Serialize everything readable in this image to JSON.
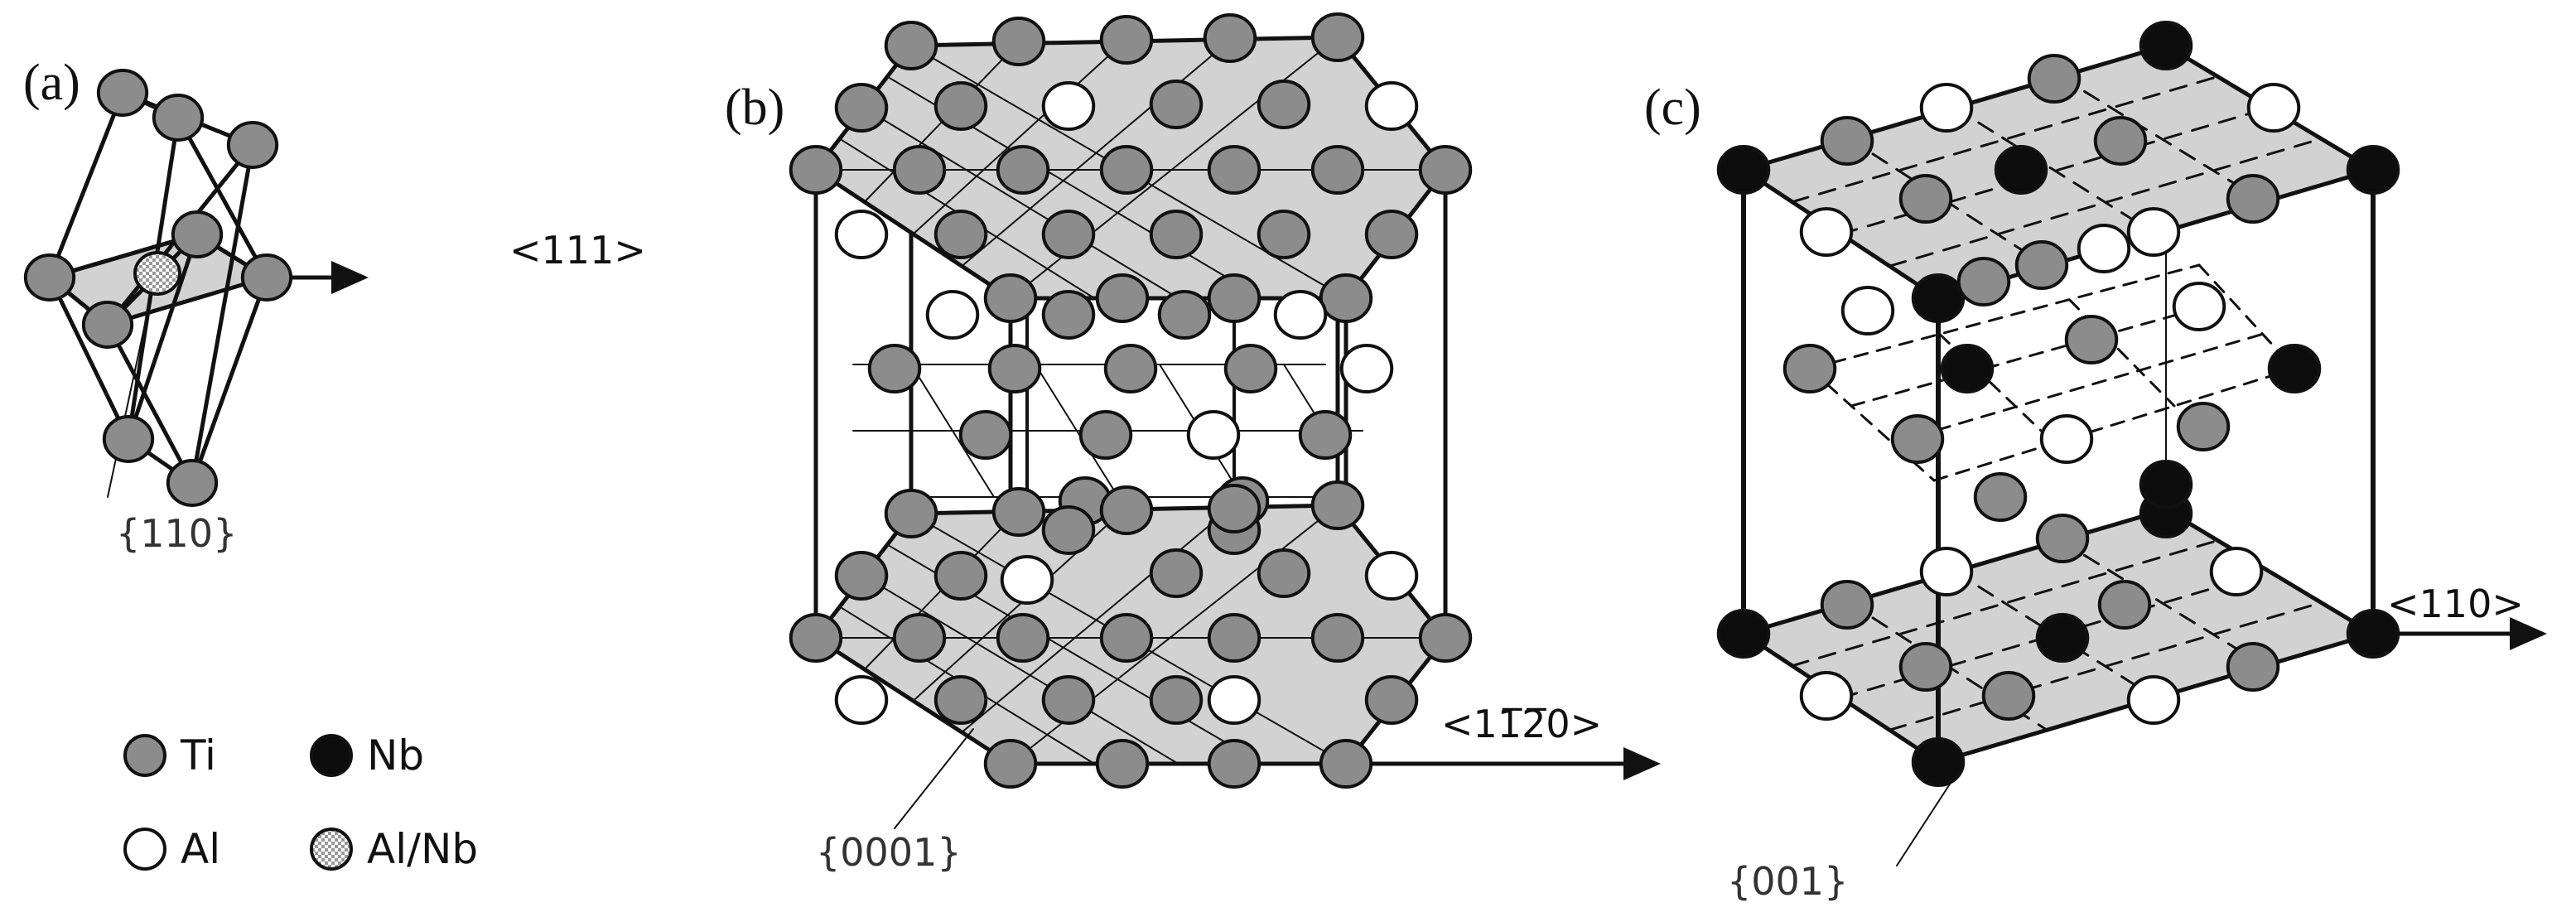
{
  "colors": {
    "ti": "#8c8c8c",
    "al": "#ffffff",
    "nb": "#0d0d0d",
    "plane": "#d2d2d2",
    "line": "#111111"
  },
  "panels": {
    "a": {
      "label": "(a)",
      "direction": "<111>",
      "plane": "{110}"
    },
    "b": {
      "label": "(b)",
      "direction": "<11̅2̅0>",
      "plane": "{0001}"
    },
    "c": {
      "label": "(c)",
      "direction": "<110>",
      "plane": "{001}"
    }
  },
  "legend": {
    "items": [
      {
        "symbol": "ti-circle-icon",
        "label": "Ti"
      },
      {
        "symbol": "nb-circle-icon",
        "label": "Nb"
      },
      {
        "symbol": "al-circle-icon",
        "label": "Al"
      },
      {
        "symbol": "al-nb-circle-icon",
        "label": "Al/Nb"
      }
    ]
  }
}
